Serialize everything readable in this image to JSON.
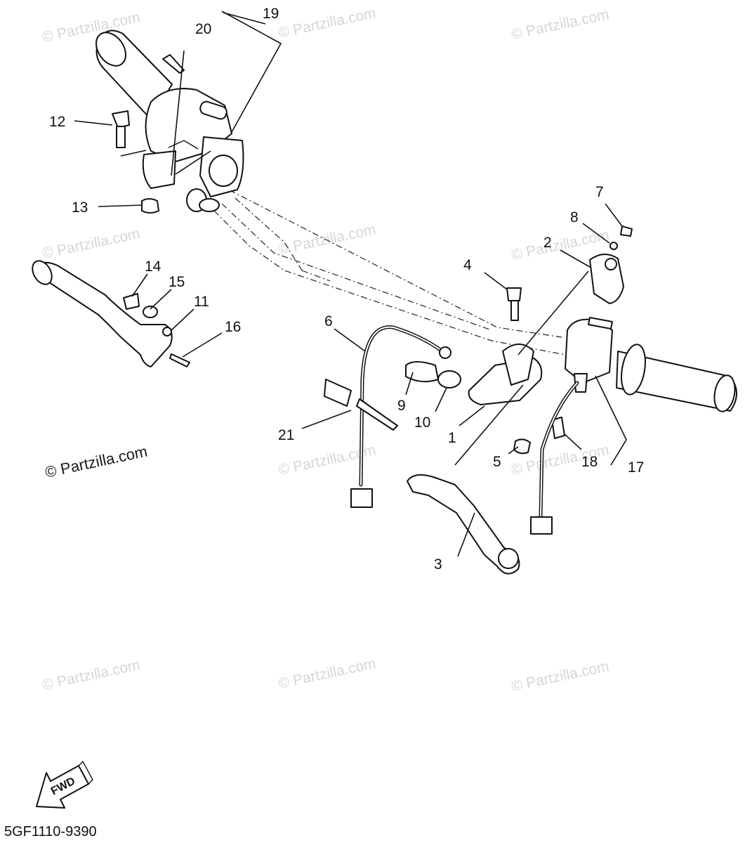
{
  "diagram": {
    "callouts": [
      "1",
      "2",
      "3",
      "4",
      "5",
      "6",
      "7",
      "8",
      "9",
      "10",
      "11",
      "12",
      "13",
      "14",
      "15",
      "16",
      "17",
      "18",
      "19",
      "20",
      "21"
    ],
    "watermark_text": "© Partzilla.com",
    "copyright_note": "© Partzilla.com",
    "diagram_code": "5GF1110-9390",
    "direction_badge": "FWD"
  }
}
